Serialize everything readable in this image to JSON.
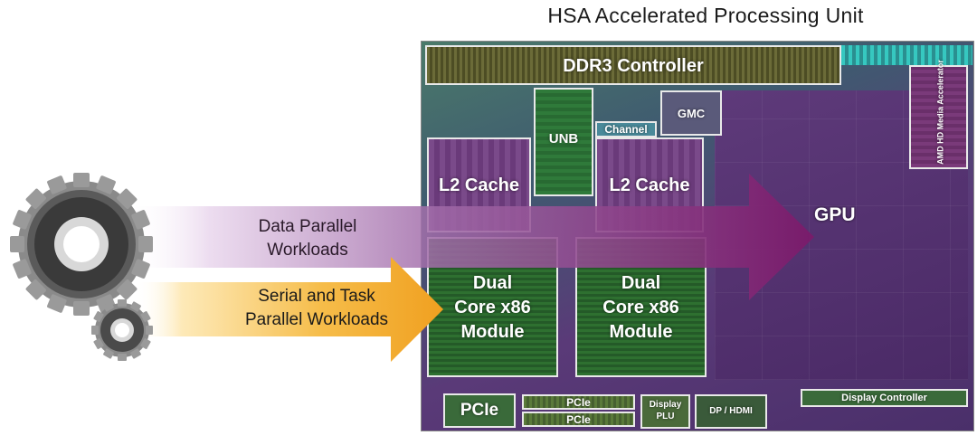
{
  "title": "HSA Accelerated Processing Unit",
  "labels": {
    "ddr3": "DDR3 Controller",
    "unb": "UNB",
    "channel": "Channel",
    "gmc": "GMC",
    "amd_media": "AMD HD Media Accelerator",
    "l2_left": "L2 Cache",
    "l2_right": "L2 Cache",
    "gpu": "GPU",
    "core_left_1": "Dual",
    "core_left_2": "Core x86",
    "core_left_3": "Module",
    "core_right_1": "Dual",
    "core_right_2": "Core x86",
    "core_right_3": "Module",
    "pcie_big": "PCIe",
    "pcie_a": "PCIe",
    "pcie_b": "PCIe",
    "display_plu_1": "Display",
    "display_plu_2": "PLU",
    "dp_hdmi": "DP / HDMI",
    "display_controller": "Display Controller"
  },
  "arrows": {
    "data_parallel_1": "Data Parallel",
    "data_parallel_2": "Workloads",
    "serial_1": "Serial and Task",
    "serial_2": "Parallel Workloads"
  },
  "colors": {
    "purple_arrow": "#7a1a6a",
    "orange_arrow": "#f0a020"
  }
}
